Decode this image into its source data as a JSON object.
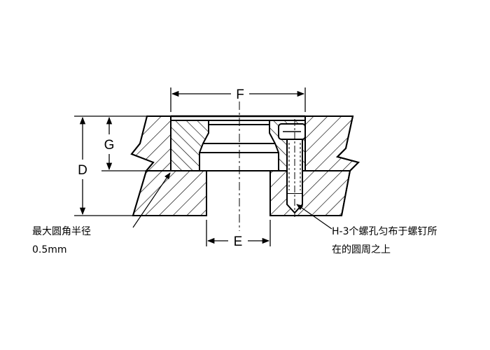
{
  "dimensions": {
    "F": "F",
    "G": "G",
    "D": "D",
    "E": "E"
  },
  "notes": {
    "radius_line1": "最大圆角半径",
    "radius_line2": "0.5mm",
    "holes_line1": "H-3个螺孔匀布于螺钉所",
    "holes_line2": "在的圆周之上"
  },
  "colors": {
    "line": "#000000",
    "background": "#ffffff"
  }
}
